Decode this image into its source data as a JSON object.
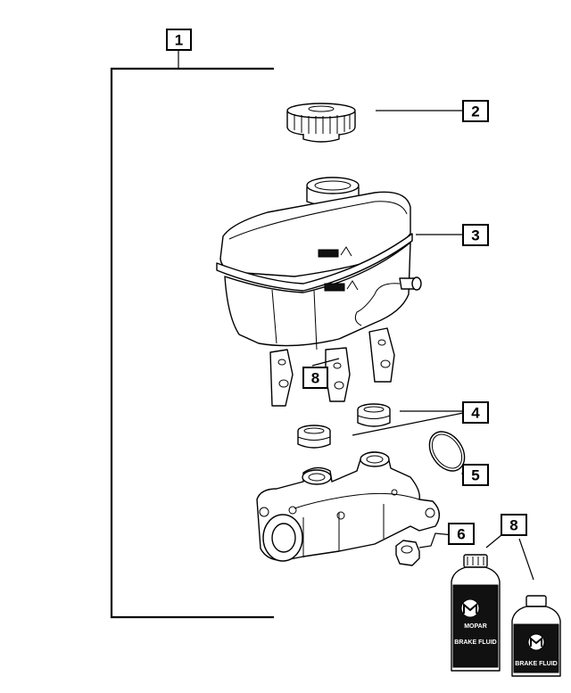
{
  "callouts": {
    "c1": "1",
    "c2": "2",
    "c3": "3",
    "c4": "4",
    "c5": "5",
    "c6": "6",
    "c8a": "8",
    "c8b": "8"
  },
  "bottle_labels": {
    "brand": "MOPAR",
    "product": "BRAKE FLUID"
  },
  "colors": {
    "ink": "#000000",
    "paper": "#ffffff"
  }
}
